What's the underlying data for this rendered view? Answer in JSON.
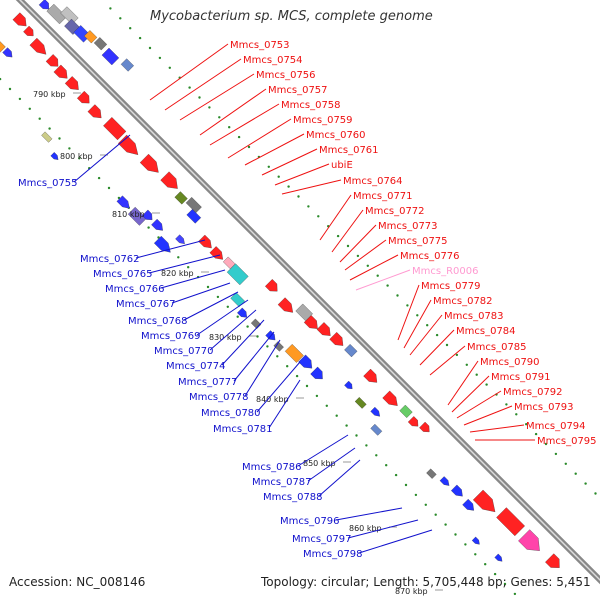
{
  "title": "Mycobacterium sp. MCS, complete genome",
  "footer": {
    "accession": "Accession: NC_008146",
    "topology": "Topology: circular; Length: 5,705,448 bp; Genes: 5,451"
  },
  "colors": {
    "forward_labels": "#ee1111",
    "reverse_labels": "#1111cc",
    "rna_label": "#ff9ad1",
    "backbone": "#888888",
    "tick": "#2a8a2a"
  },
  "kbp_marks": [
    "790 kbp",
    "800 kbp",
    "810 kbp",
    "820 kbp",
    "830 kbp",
    "840 kbp",
    "850 kbp",
    "860 kbp",
    "870 kbp"
  ],
  "right_labels": [
    {
      "text": "Mmcs_0753",
      "kind": "forward"
    },
    {
      "text": "Mmcs_0754",
      "kind": "forward"
    },
    {
      "text": "Mmcs_0756",
      "kind": "forward"
    },
    {
      "text": "Mmcs_0757",
      "kind": "forward"
    },
    {
      "text": "Mmcs_0758",
      "kind": "forward"
    },
    {
      "text": "Mmcs_0759",
      "kind": "forward"
    },
    {
      "text": "Mmcs_0760",
      "kind": "forward"
    },
    {
      "text": "Mmcs_0761",
      "kind": "forward"
    },
    {
      "text": "ubiE",
      "kind": "forward"
    },
    {
      "text": "Mmcs_0764",
      "kind": "forward"
    },
    {
      "text": "Mmcs_0771",
      "kind": "forward"
    },
    {
      "text": "Mmcs_0772",
      "kind": "forward"
    },
    {
      "text": "Mmcs_0773",
      "kind": "forward"
    },
    {
      "text": "Mmcs_0775",
      "kind": "forward"
    },
    {
      "text": "Mmcs_0776",
      "kind": "forward"
    },
    {
      "text": "Mmcs_R0006",
      "kind": "rna"
    },
    {
      "text": "Mmcs_0779",
      "kind": "forward"
    },
    {
      "text": "Mmcs_0782",
      "kind": "forward"
    },
    {
      "text": "Mmcs_0783",
      "kind": "forward"
    },
    {
      "text": "Mmcs_0784",
      "kind": "forward"
    },
    {
      "text": "Mmcs_0785",
      "kind": "forward"
    },
    {
      "text": "Mmcs_0790",
      "kind": "forward"
    },
    {
      "text": "Mmcs_0791",
      "kind": "forward"
    },
    {
      "text": "Mmcs_0792",
      "kind": "forward"
    },
    {
      "text": "Mmcs_0793",
      "kind": "forward"
    },
    {
      "text": "Mmcs_0794",
      "kind": "forward"
    },
    {
      "text": "Mmcs_0795",
      "kind": "forward"
    }
  ],
  "left_labels": [
    {
      "text": "Mmcs_0755"
    },
    {
      "text": "Mmcs_0762"
    },
    {
      "text": "Mmcs_0765"
    },
    {
      "text": "Mmcs_0766"
    },
    {
      "text": "Mmcs_0767"
    },
    {
      "text": "Mmcs_0768"
    },
    {
      "text": "Mmcs_0769"
    },
    {
      "text": "Mmcs_0770"
    },
    {
      "text": "Mmcs_0774"
    },
    {
      "text": "Mmcs_0777"
    },
    {
      "text": "Mmcs_0778"
    },
    {
      "text": "Mmcs_0780"
    },
    {
      "text": "Mmcs_0781"
    },
    {
      "text": "Mmcs_0786"
    },
    {
      "text": "Mmcs_0787"
    },
    {
      "text": "Mmcs_0788"
    },
    {
      "text": "Mmcs_0796"
    },
    {
      "text": "Mmcs_0797"
    },
    {
      "text": "Mmcs_0798"
    }
  ]
}
